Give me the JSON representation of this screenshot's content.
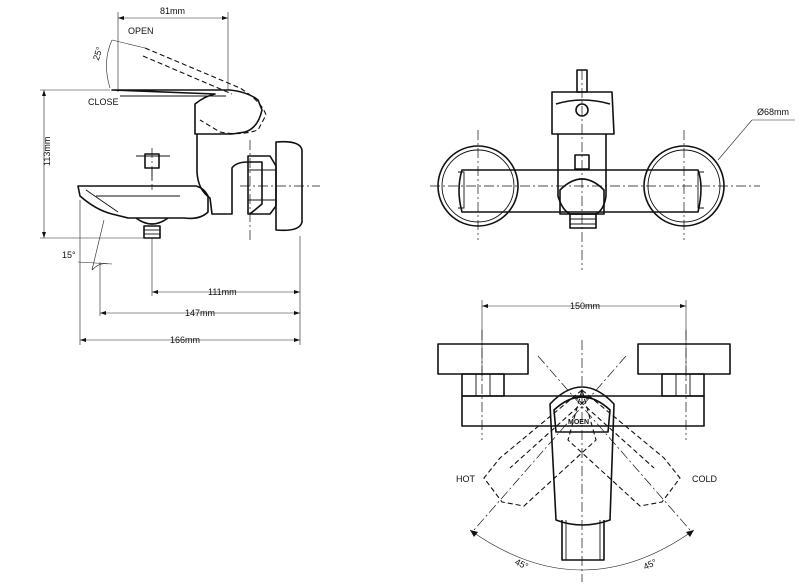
{
  "labels": {
    "dim_81": "81mm",
    "open": "OPEN",
    "angle_25": "25°",
    "close": "CLOSE",
    "dim_113": "113mm",
    "angle_15": "15°",
    "dim_111": "111mm",
    "dim_147": "147mm",
    "dim_166": "166mm",
    "dia_68": "Ø68mm",
    "dim_150": "150mm",
    "hot": "HOT",
    "cold": "COLD",
    "brand": "MOEN",
    "angle_45_left": "45°",
    "angle_45_right": "45°"
  },
  "colors": {
    "line": "#111111",
    "background": "#ffffff"
  }
}
